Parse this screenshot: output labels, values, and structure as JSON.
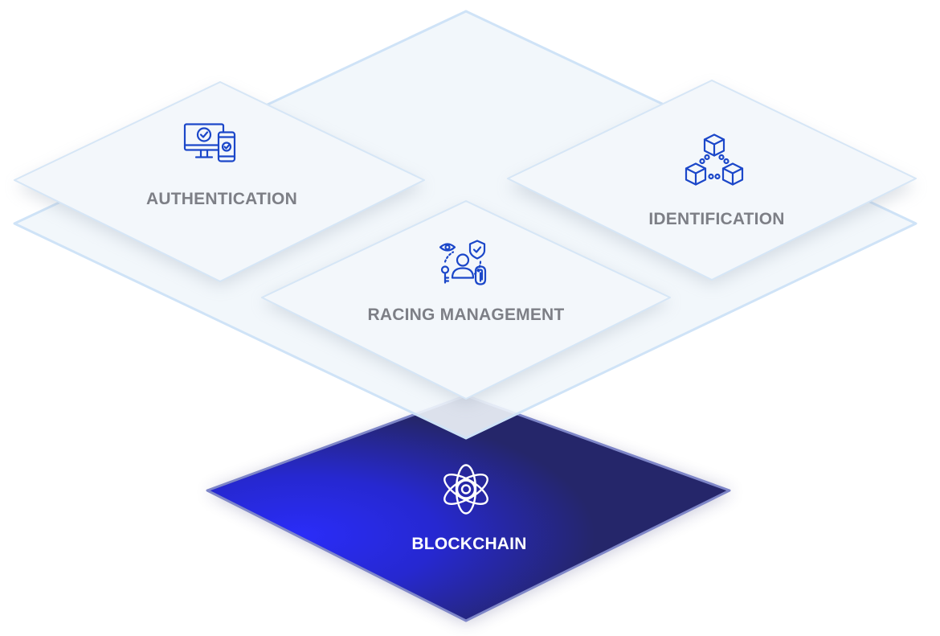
{
  "layers": {
    "authentication": {
      "label": "AUTHENTICATION",
      "icon": "devices-check-icon"
    },
    "identification": {
      "label": "IDENTIFICATION",
      "icon": "blockchain-cubes-icon"
    },
    "racing_management": {
      "label": "RACING MANAGEMENT",
      "icon": "user-security-icon"
    },
    "blockchain": {
      "label": "BLOCKCHAIN",
      "icon": "atom-icon"
    }
  },
  "colors": {
    "icon_blue": "#1b47c9",
    "label_gray": "#7d7f86",
    "panel_fill": "#f1f6fb",
    "panel_edge": "#cfe3f7",
    "base_dark": "#25266a",
    "base_glow": "#2a2cf5"
  }
}
